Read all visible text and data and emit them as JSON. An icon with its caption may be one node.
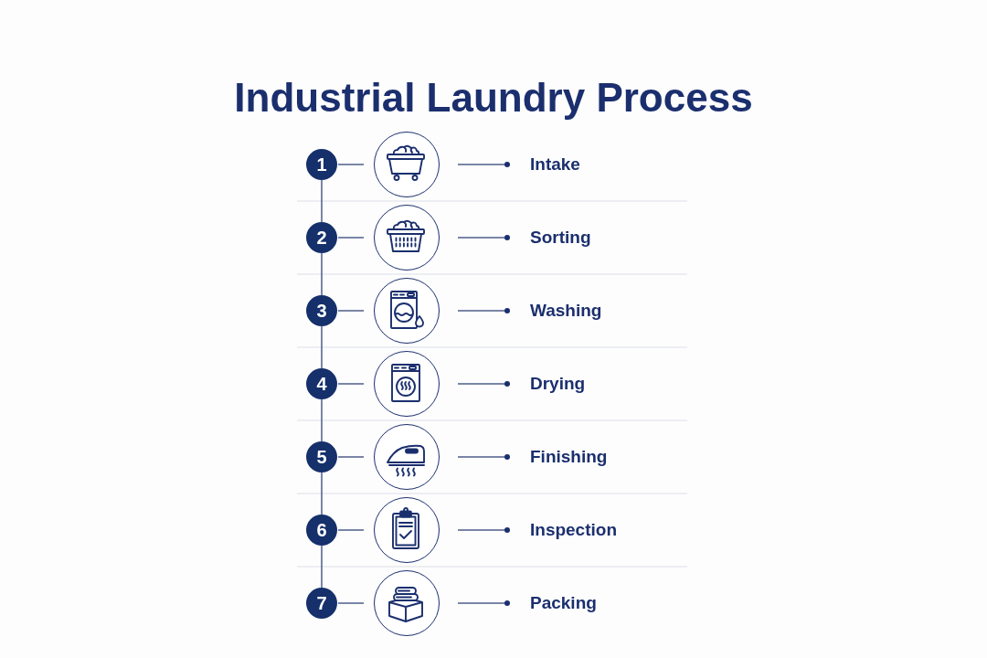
{
  "diagram": {
    "title": "Industrial Laundry Process",
    "nodes": [
      {
        "text": [
          "1"
        ]
      },
      {
        "text": [],
        "shape": "circle"
      },
      {
        "text": [
          "Intake"
        ]
      },
      {
        "text": [
          "2"
        ]
      },
      {
        "text": [],
        "shape": "circle"
      },
      {
        "text": [
          "Sorting"
        ]
      },
      {
        "text": [
          "3"
        ]
      },
      {
        "text": [],
        "shape": "circle"
      },
      {
        "text": [
          "Washing"
        ]
      },
      {
        "text": [
          "4"
        ]
      },
      {
        "text": [],
        "shape": "circle"
      },
      {
        "text": [
          "Drying"
        ]
      },
      {
        "text": [
          "5"
        ]
      },
      {
        "text": [],
        "shape": "circle"
      },
      {
        "text": [
          "Finishing"
        ]
      },
      {
        "text": [
          "6"
        ]
      },
      {
        "text": [],
        "shape": "circle"
      },
      {
        "text": [
          "Inspection"
        ]
      },
      {
        "text": [
          "7"
        ]
      },
      {
        "text": [],
        "shape": "circle"
      },
      {
        "text": [
          "Packing"
        ]
      }
    ],
    "edges": [
      {
        "from": 0,
        "to": 3,
        "arrow": "none"
      },
      {
        "from": 3,
        "to": 6,
        "arrow": "none"
      },
      {
        "from": 6,
        "to": 9,
        "arrow": "none"
      },
      {
        "from": 9,
        "to": 12,
        "arrow": "none"
      },
      {
        "from": 12,
        "to": 15,
        "arrow": "none"
      },
      {
        "from": 15,
        "to": 18,
        "arrow": "none"
      },
      {
        "from": 0,
        "to": 1,
        "arrow": "none"
      },
      {
        "from": 1,
        "to": 2,
        "arrow": "other"
      },
      {
        "from": 3,
        "to": 4,
        "arrow": "none"
      },
      {
        "from": 4,
        "to": 5,
        "arrow": "other"
      },
      {
        "from": 6,
        "to": 7,
        "arrow": "none"
      },
      {
        "from": 7,
        "to": 8,
        "arrow": "other"
      },
      {
        "from": 9,
        "to": 10,
        "arrow": "none"
      },
      {
        "from": 10,
        "to": 11,
        "arrow": "other"
      },
      {
        "from": 12,
        "to": 13,
        "arrow": "none"
      },
      {
        "from": 13,
        "to": 14,
        "arrow": "other"
      },
      {
        "from": 15,
        "to": 16,
        "arrow": "none"
      },
      {
        "from": 16,
        "to": 17,
        "arrow": "other"
      },
      {
        "from": 18,
        "to": 19,
        "arrow": "none"
      },
      {
        "from": 19,
        "to": 20,
        "arrow": "other"
      }
    ]
  }
}
